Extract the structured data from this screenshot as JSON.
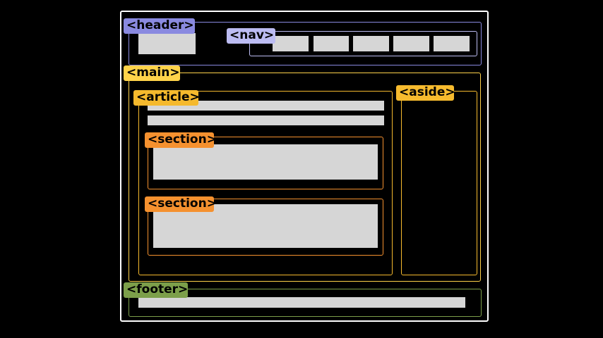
{
  "colors": {
    "header": "#8a8ae0",
    "nav": "#bcbcf2",
    "main": "#ffd34a",
    "article": "#f5b92d",
    "aside": "#f7bb2e",
    "section": "#f5912f",
    "footer": "#7c9f4a",
    "placeholder": "#d6d6d6",
    "frame": "#ffffff"
  },
  "labels": {
    "header": "<header>",
    "nav": "<nav>",
    "main": "<main>",
    "article": "<article>",
    "aside": "<aside>",
    "section_1": "<section>",
    "section_2": "<section>",
    "footer": "<footer>"
  }
}
